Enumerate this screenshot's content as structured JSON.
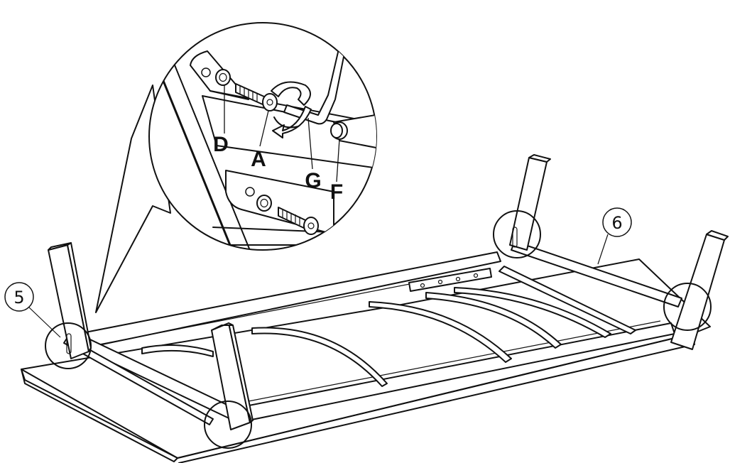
{
  "step_callouts": [
    {
      "id": "step-5",
      "text": "5"
    },
    {
      "id": "step-6",
      "text": "6"
    }
  ],
  "part_labels": {
    "d": "D",
    "a": "A",
    "g": "G",
    "f": "F"
  },
  "colors": {
    "line": "#111111",
    "background": "#ffffff"
  },
  "icons": [
    "rotation-arrow-icon",
    "allen-key-icon"
  ]
}
